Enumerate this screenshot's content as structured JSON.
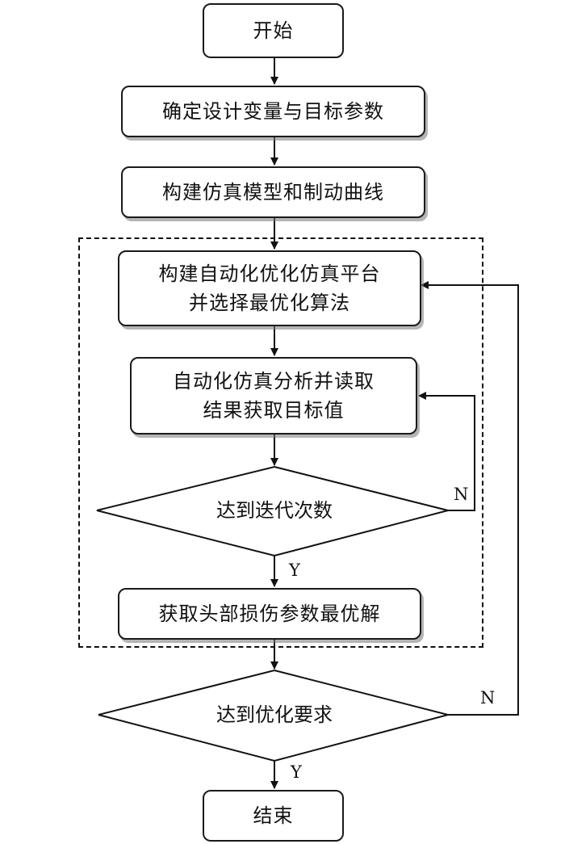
{
  "nodes": {
    "start": "开始",
    "define": "确定设计变量与目标参数",
    "build_model": "构建仿真模型和制动曲线",
    "platform": "构建自动化优化仿真平台并选择最优化算法",
    "analysis": "自动化仿真分析并读取结果获取目标值",
    "iter_check": "达到迭代次数",
    "best": "获取头部损伤参数最优解",
    "opt_check": "达到优化要求",
    "end": "结束"
  },
  "labels": {
    "iter_no": "N",
    "iter_yes": "Y",
    "opt_no": "N",
    "opt_yes": "Y"
  },
  "colors": {
    "stroke": "#1a1a1a",
    "shadow": "#888888",
    "background": "#ffffff"
  }
}
